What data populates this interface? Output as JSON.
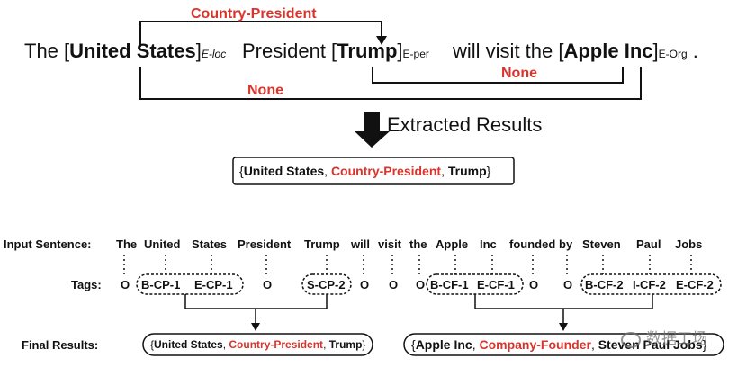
{
  "top": {
    "relation_labels": {
      "country_president": "Country-President",
      "none_right": "None",
      "none_bottom": "None"
    },
    "sentence": {
      "w1": "The [",
      "e1": "United States",
      "close1": "]",
      "sub1": "E-loc",
      "w2": "President  [",
      "e2": "Trump",
      "close2": "]",
      "sub2": "E-per",
      "w3": "will visit the [",
      "e3": "Apple Inc",
      "close3": "]",
      "sub3": "E-Org",
      "period": "."
    },
    "extracted_label": "Extracted Results",
    "result": {
      "open": "{",
      "e1": "United States",
      "sep1": ", ",
      "rel": "Country-President",
      "sep2": ", ",
      "e2": "Trump",
      "close": "}"
    }
  },
  "bottom": {
    "input_label": "Input Sentence:",
    "tags_label": "Tags:",
    "final_label": "Final Results:",
    "words": [
      "The",
      "United",
      "States",
      "President",
      "Trump",
      "will",
      "visit",
      "the",
      "Apple",
      "Inc",
      "founded",
      "by",
      "Steven",
      "Paul",
      "Jobs"
    ],
    "tags": [
      "O",
      "B-CP-1",
      "E-CP-1",
      "O",
      "S-CP-2",
      "O",
      "O",
      "O",
      "B-CF-1",
      "E-CF-1",
      "O",
      "O",
      "B-CF-2",
      "I-CF-2",
      "E-CF-2"
    ],
    "result1": {
      "open": "{",
      "e1": "United States",
      "sep1": ", ",
      "rel": "Country-President",
      "sep2": ", ",
      "e2": "Trump",
      "close": "}"
    },
    "result2": {
      "open": "{",
      "e1": "Apple Inc",
      "sep1": ", ",
      "rel": "Company-Founder",
      "sep2": ", ",
      "e2": "Steven Paul Jobs",
      "close": "}"
    }
  },
  "watermark": "数据工场",
  "colors": {
    "red": "#d9342b",
    "black": "#111111"
  }
}
